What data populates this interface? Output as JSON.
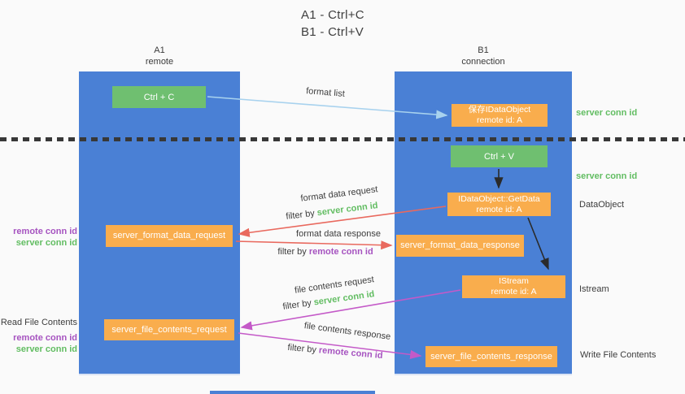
{
  "title": {
    "line1": "A1 - Ctrl+C",
    "line2": "B1 - Ctrl+V"
  },
  "columns": {
    "left": {
      "header_line1": "A1",
      "header_line2": "remote"
    },
    "right": {
      "header_line1": "B1",
      "header_line2": "connection"
    }
  },
  "boxes": {
    "ctrl_c": "Ctrl + C",
    "ctrl_v": "Ctrl + V",
    "save_idataobject": {
      "line1": "保存IDataObject",
      "line2": "remote id: A"
    },
    "getdata": {
      "line1": "IDataObject::GetData",
      "line2": "remote id: A"
    },
    "istream": {
      "line1": "IStream",
      "line2": "remote id: A"
    },
    "format_request": "server_format_data_request",
    "format_response": "server_format_data_response",
    "file_request": "server_file_contents_request",
    "file_response": "server_file_contents_response"
  },
  "arrow_labels": {
    "format_list": "format list",
    "format_data_request": "format data request",
    "format_data_response": "format data response",
    "file_contents_request": "file contents request",
    "file_contents_response": "file contents response",
    "filter_by": "filter by ",
    "server_conn_id": "server conn id",
    "remote_conn_id": "remote conn id"
  },
  "side_labels": {
    "server_conn_id_top": "server conn id",
    "server_conn_id_mid": "server conn id",
    "dataobject": "DataObject",
    "istream": "Istream",
    "write_file_contents": "Write File Contents",
    "read_file_contents": "Read File Contents",
    "left_remote_conn_id": "remote conn id",
    "left_server_conn_id": "server conn id",
    "left2_remote_conn_id": "remote conn id",
    "left2_server_conn_id": "server conn id"
  },
  "colors": {
    "column_blue": "#4a80d5",
    "box_green": "#6fbf70",
    "box_orange": "#f9ad4d",
    "text_green": "#62bd62",
    "text_purple": "#a653c0",
    "arrow_red": "#e9695e",
    "arrow_magenta": "#c45ac8",
    "arrow_lightblue": "#a8d2ee",
    "arrow_black": "#2a2a2a",
    "background": "#fafafa"
  }
}
